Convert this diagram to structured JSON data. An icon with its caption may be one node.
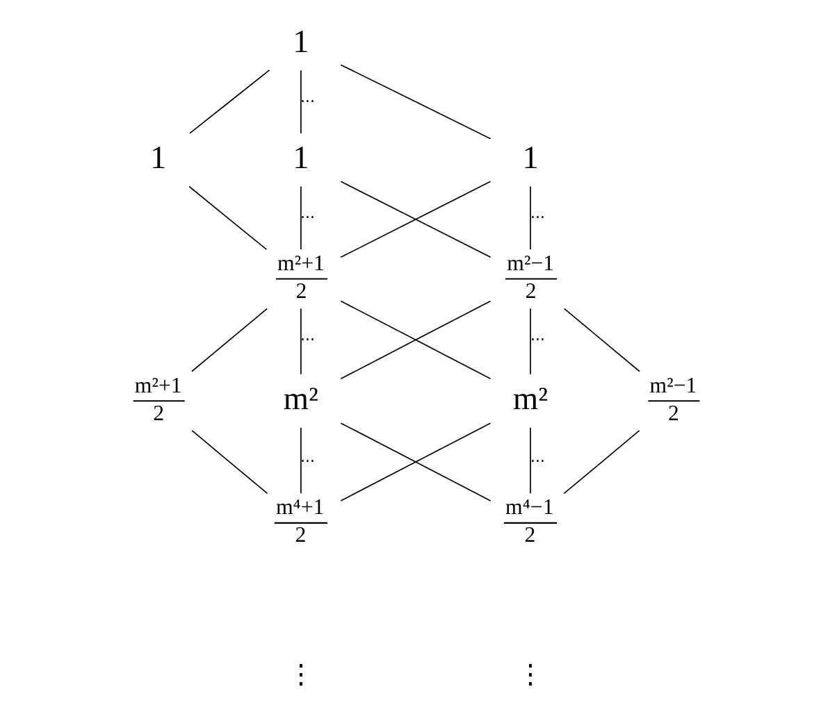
{
  "diagram": {
    "nodes": [
      {
        "text": [
          "1"
        ]
      },
      {
        "text": [
          "1"
        ]
      },
      {
        "text": [
          "1"
        ]
      },
      {
        "text": [
          "1"
        ]
      },
      {
        "text": [
          "m²+1",
          "2"
        ]
      },
      {
        "text": [
          "m²−1",
          "2"
        ]
      },
      {
        "text": [
          "m²+1",
          "2"
        ]
      },
      {
        "text": [
          "m²"
        ]
      },
      {
        "text": [
          "m²"
        ]
      },
      {
        "text": [
          "m²−1",
          "2"
        ]
      },
      {
        "text": [
          "m⁴+1",
          "2"
        ]
      },
      {
        "text": [
          "m⁴−1",
          "2"
        ]
      }
    ],
    "edges": [
      {
        "from": 0,
        "to": 1,
        "arrow": "none"
      },
      {
        "from": 0,
        "to": 2,
        "arrow": "none",
        "label": "⋯"
      },
      {
        "from": 0,
        "to": 3,
        "arrow": "none"
      },
      {
        "from": 1,
        "to": 4,
        "arrow": "none"
      },
      {
        "from": 2,
        "to": 4,
        "arrow": "none",
        "label": "⋯"
      },
      {
        "from": 2,
        "to": 5,
        "arrow": "none"
      },
      {
        "from": 3,
        "to": 4,
        "arrow": "none"
      },
      {
        "from": 3,
        "to": 5,
        "arrow": "none",
        "label": "⋯"
      },
      {
        "from": 4,
        "to": 6,
        "arrow": "none"
      },
      {
        "from": 4,
        "to": 7,
        "arrow": "none",
        "label": "⋯"
      },
      {
        "from": 4,
        "to": 8,
        "arrow": "none"
      },
      {
        "from": 5,
        "to": 7,
        "arrow": "none"
      },
      {
        "from": 5,
        "to": 8,
        "arrow": "none",
        "label": "⋯"
      },
      {
        "from": 5,
        "to": 9,
        "arrow": "none"
      },
      {
        "from": 6,
        "to": 10,
        "arrow": "none"
      },
      {
        "from": 7,
        "to": 10,
        "arrow": "none",
        "label": "⋯"
      },
      {
        "from": 7,
        "to": 11,
        "arrow": "none"
      },
      {
        "from": 8,
        "to": 10,
        "arrow": "none"
      },
      {
        "from": 8,
        "to": 11,
        "arrow": "none",
        "label": "⋯"
      },
      {
        "from": 9,
        "to": 11,
        "arrow": "none"
      }
    ],
    "labels": [
      "⋮",
      "⋮"
    ]
  }
}
